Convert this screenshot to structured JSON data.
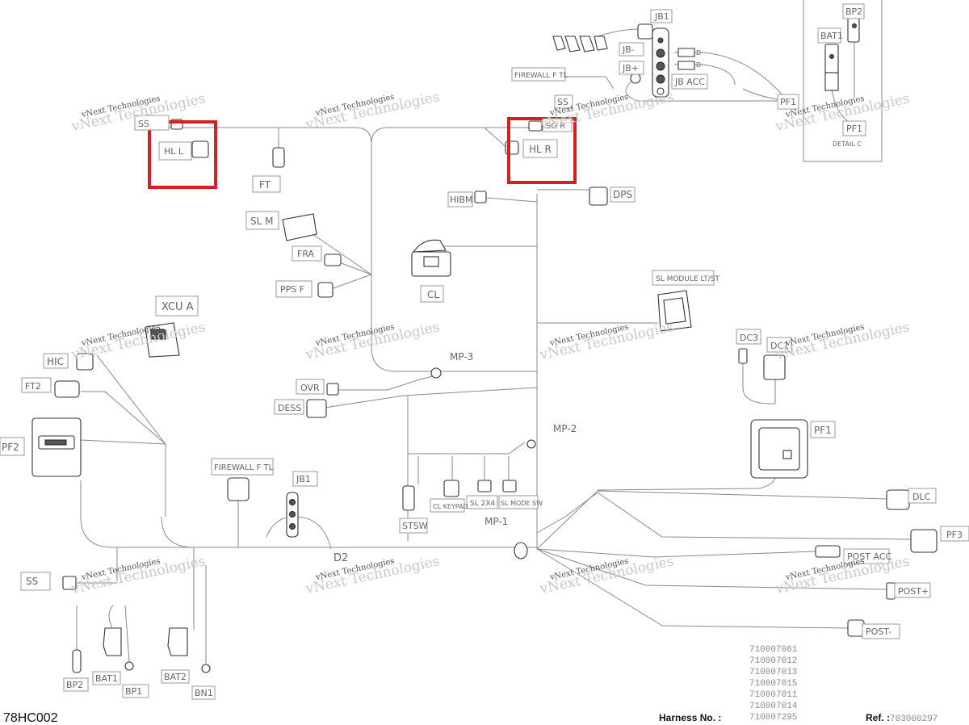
{
  "labels": {
    "jb1_top": "JB1",
    "bp2_top": "BP2",
    "bat1_top": "BAT1",
    "jb_minus": "JB-",
    "jb_plus": "JB+",
    "jb_acc": "JB ACC",
    "d1": "D",
    "d2_small": "D",
    "firewall_top": "FIREWALL F TL",
    "ss_top": "SS",
    "pf1_top": "PF1",
    "pf1_detail": "PF1",
    "detail_c": "DETAIL C",
    "ss_left": "SS",
    "hl_l": "HL L",
    "sg_r": "SG R",
    "hl_r": "HL R",
    "ft": "FT",
    "sl_m": "SL M",
    "fra": "FRA",
    "pps_f": "PPS F",
    "hibm": "HIBM",
    "dps": "DPS",
    "cl": "CL",
    "sl_module": "SL MODULE LT/ST",
    "xcu_a": "XCU A",
    "hic": "HIC",
    "ft2": "FT2",
    "pf2": "PF2",
    "mp3": "MP-3",
    "ovr": "OVR",
    "dess": "DESS",
    "dc3": "DC3",
    "dc1": "DC1",
    "mp2": "MP-2",
    "pf1_mid": "PF1",
    "firewall_mid": "FIREWALL F TL",
    "jb1_mid": "JB1",
    "stsw": "STSW",
    "cl_keypad": "CL KEYPAD",
    "sl_2x4": "SL 2X4",
    "sl_mode_sw": "SL MODE SW",
    "mp1": "MP-1",
    "dlc": "DLC",
    "pf3": "PF3",
    "d2": "D2",
    "post_acc": "POST ACC",
    "post_plus": "POST+",
    "post_minus": "POST-",
    "ss_bottom": "SS",
    "bp2_bottom": "BP2",
    "bat1_bottom": "BAT1",
    "bp1_bottom": "BP1",
    "bat2_bottom": "BAT2",
    "bn1_bottom": "BN1"
  },
  "watermark": {
    "line1": "vNext Technologies",
    "line2": "vNext Technologies"
  },
  "part_numbers": [
    "710007061",
    "710007012",
    "710007013",
    "710007015",
    "710007011",
    "710007014",
    "710007295"
  ],
  "footer": {
    "code": "78HC002",
    "harness_label": "Harness No. :",
    "ref_label": "Ref. :",
    "ref_value": "703000297"
  },
  "colors": {
    "highlight": "#d42020",
    "wire": "#8a8a8a",
    "label_text": "#666666"
  }
}
